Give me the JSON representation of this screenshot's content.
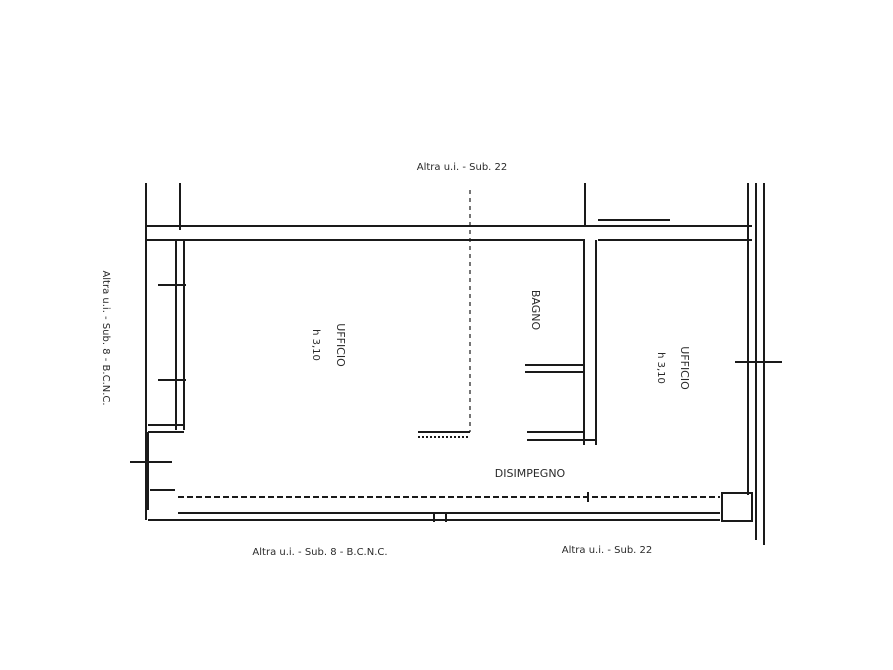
{
  "plan": {
    "adjacent_top": "Altra u.i. - Sub. 22",
    "adjacent_left": "Altra u.i. - Sub. 8 - B.C.N.C.",
    "adjacent_bottom_left": "Altra u.i. - Sub. 8 - B.C.N.C.",
    "adjacent_bottom_right": "Altra u.i. - Sub. 22",
    "rooms": {
      "room1": {
        "name": "UFFICIO",
        "height": "h 3,10"
      },
      "room2": {
        "name": "BAGNO"
      },
      "room3": {
        "name": "UFFICIO",
        "height": "h 3,10"
      },
      "corridor": {
        "name": "DISIMPEGNO"
      }
    }
  },
  "colors": {
    "wall": "#1a1a1a",
    "background": "#ffffff"
  }
}
